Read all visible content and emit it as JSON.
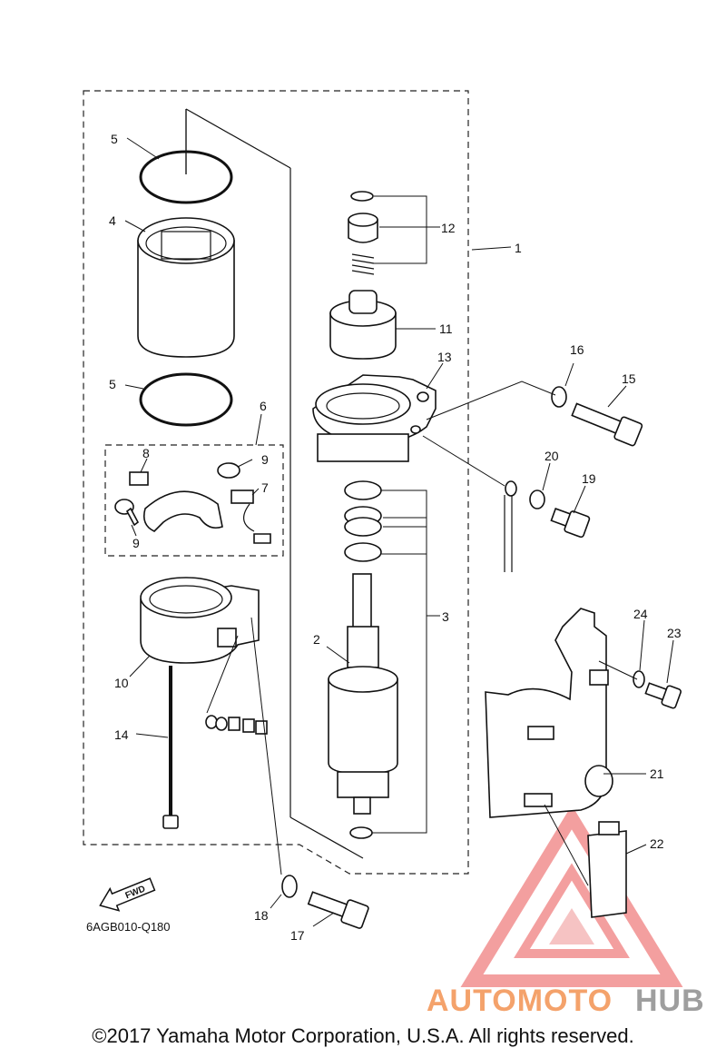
{
  "diagram": {
    "callouts": {
      "c1": "1",
      "c2": "2",
      "c3": "3",
      "c4": "4",
      "c5a": "5",
      "c5b": "5",
      "c6": "6",
      "c7": "7",
      "c8": "8",
      "c9a": "9",
      "c9b": "9",
      "c10": "10",
      "c11": "11",
      "c12": "12",
      "c13": "13",
      "c14": "14",
      "c15": "15",
      "c16": "16",
      "c17": "17",
      "c18": "18",
      "c19": "19",
      "c20": "20",
      "c21": "21",
      "c22": "22",
      "c23": "23",
      "c24": "24"
    },
    "fwd_label": "FWD",
    "diagram_code": "6AGB010-Q180"
  },
  "watermark": {
    "brand_part1": "AUTOMOTO",
    "brand_part2": "HUB",
    "color_primary": "#f4a26b",
    "color_secondary": "#9e9e9e",
    "triangle_color": "#f08080"
  },
  "footer": {
    "copyright": "©2017 Yamaha Motor Corporation, U.S.A. All rights reserved."
  }
}
